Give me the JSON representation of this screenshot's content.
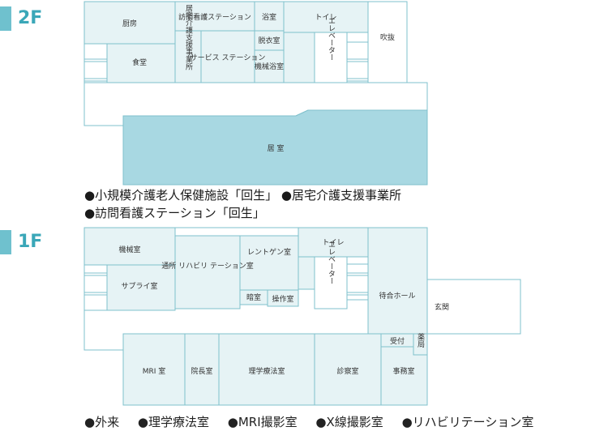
{
  "floors": {
    "f2": {
      "label": "2F",
      "rooms": {
        "kitchen": "厨房",
        "dining": "食堂",
        "visit_nursing": "訪問看護ステーション",
        "home_care": "居宅介護支援事業所",
        "service_station": "サービス ステーション",
        "bath": "浴室",
        "dressing": "脱衣室",
        "machine_bath": "機械浴室",
        "toilet": "トイレ",
        "elevator": "エレベーター",
        "atrium": "吹抜",
        "living": "居 室"
      },
      "descriptions": [
        "●小規模介護老人保健施設「回生」 ●居宅介護支援事業所",
        "●訪問看護ステーション「回生」"
      ]
    },
    "f1": {
      "label": "1F",
      "rooms": {
        "machine_room": "機械室",
        "supply": "サプライ室",
        "outpatient_rehab": "通所 リハビリ テーション室",
        "xray": "レントゲン室",
        "darkroom": "暗室",
        "control": "操作室",
        "toilet": "トイレ",
        "elevator": "エレベーター",
        "waiting_hall": "待合ホール",
        "entrance": "玄関",
        "reception": "受付",
        "pharmacy": "薬局",
        "mri": "MRI 室",
        "director": "院長室",
        "pt": "理学療法室",
        "exam": "診察室",
        "office": "事務室"
      },
      "legend": [
        "●外来",
        "●理学療法室",
        "●MRI撮影室",
        "●X線撮影室",
        "●リハビリテーション室"
      ]
    }
  },
  "colors": {
    "room_fill": "#e6f3f5",
    "highlight_fill": "#a8d8e2",
    "wall": "#7fc0cc",
    "accent": "#3aa7b8"
  }
}
